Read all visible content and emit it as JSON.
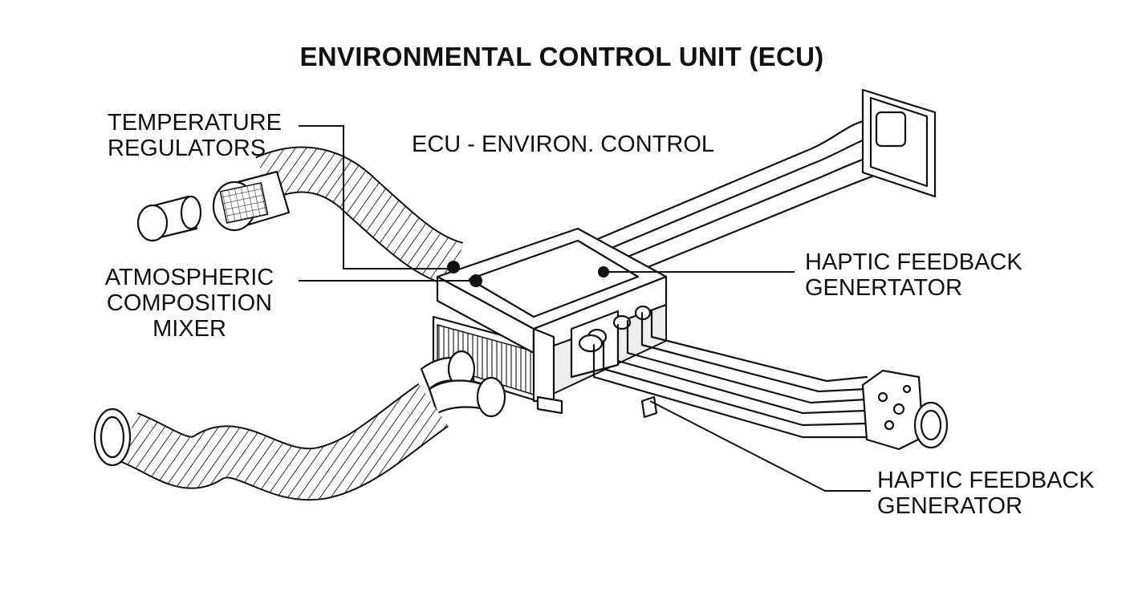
{
  "diagram": {
    "title": "ENVIRONMENTAL CONTROL UNIT (ECU)",
    "subtitle": "ECU - ENVIRON. CONTROL",
    "labels": {
      "temperature_regulators": "TEMPERATURE\nREGULATORS",
      "atmospheric_composition_mixer": "ATMOSPHERIC\nCOMPOSITION\nMIXER",
      "haptic_feedback_generator_upper": "HAPTIC FEEDBACK\nGENERTATOR",
      "haptic_feedback_generator_lower": "HAPTIC FEEDBACK\nGENERATOR"
    }
  }
}
